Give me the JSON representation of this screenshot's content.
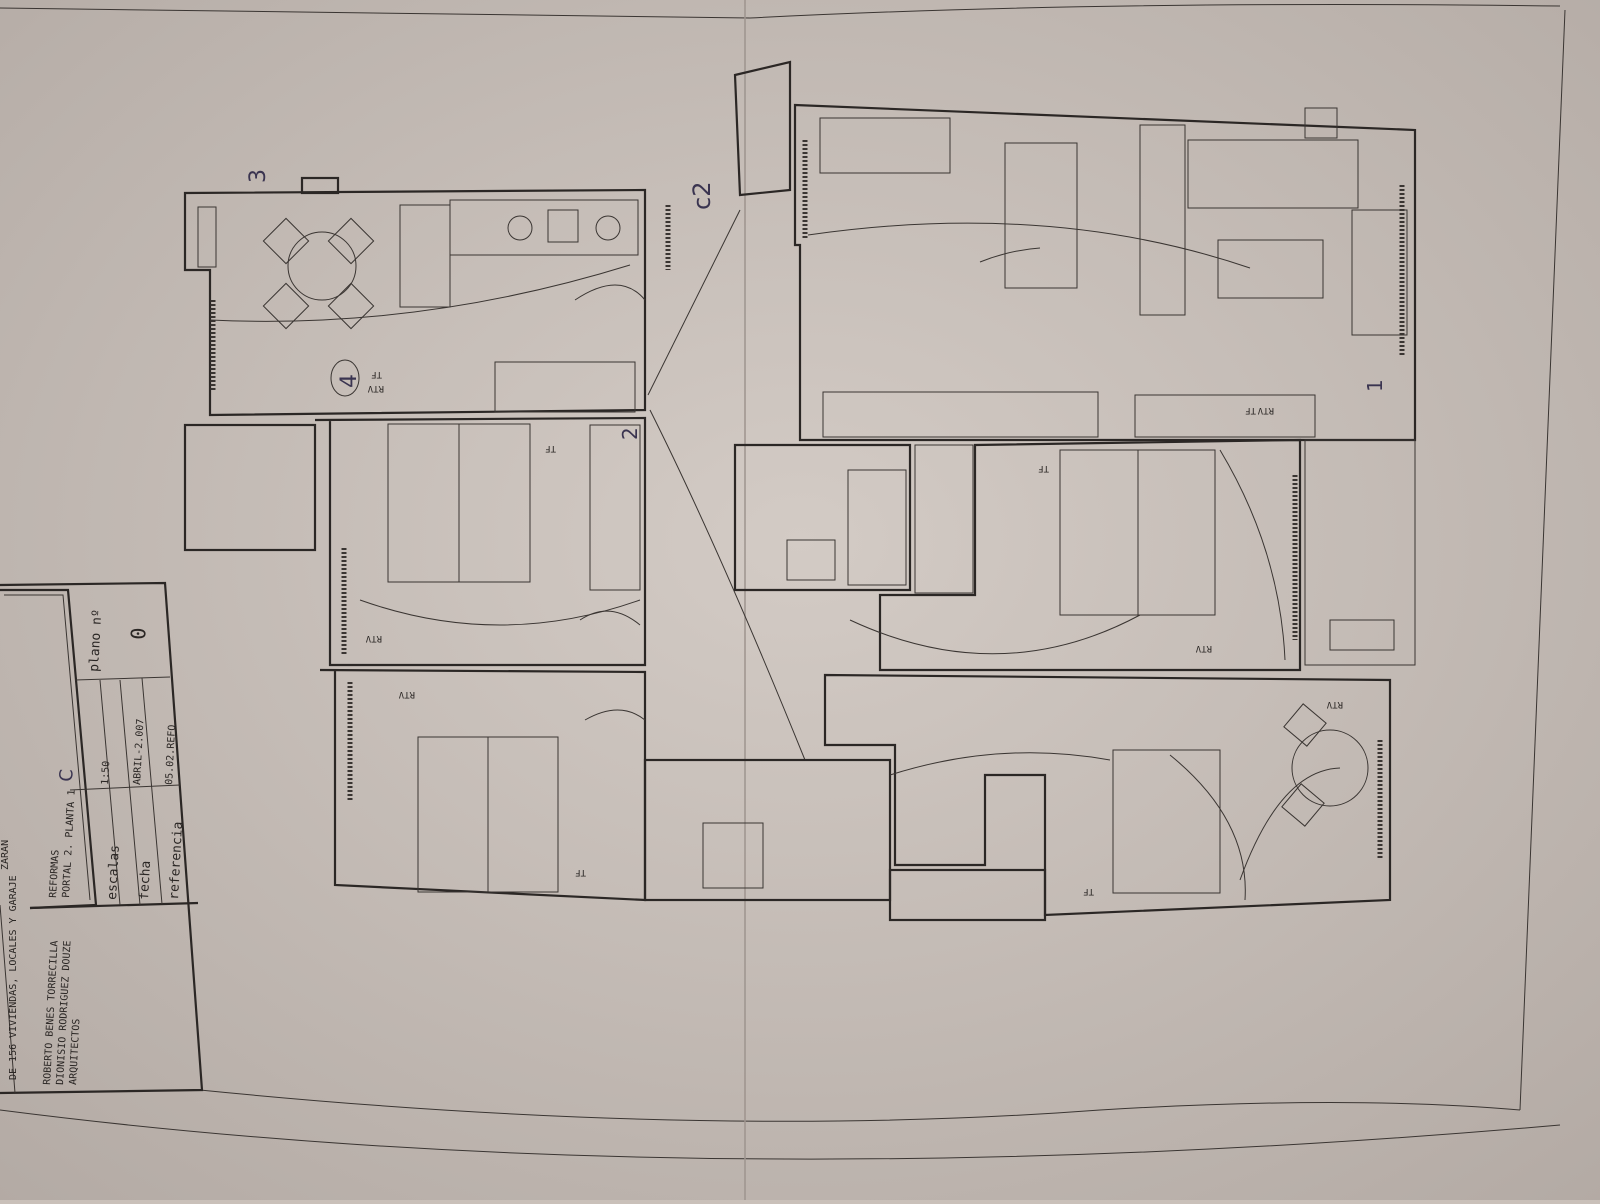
{
  "title_block": {
    "project_line": "DE 156 VIVIENDAS, LOCALES Y GARAJE",
    "project_line_2": "ZARAN",
    "description_line_1": "REFORMAS",
    "description_line_2": "PORTAL 2. PLANTA 1",
    "handwritten_unit": "C",
    "architects": [
      "ROBERTO BENES TORRECILLA",
      "DIONISIO RODRIGUEZ DOUZE",
      "ARQUITECTOS"
    ],
    "escalas_label": "escalas",
    "escalas_value": "1:50",
    "fecha_label": "fecha",
    "fecha_value": "ABRIL-2.007",
    "referencia_label": "referencia",
    "referencia_value": "05.02.REFO",
    "plano_label": "plano nº",
    "plano_value": "0"
  },
  "plan_labels": {
    "handwritten": [
      "3",
      "4",
      "2",
      "c2",
      "1"
    ],
    "socket_tf": "TF",
    "socket_rtv": "RTV"
  }
}
